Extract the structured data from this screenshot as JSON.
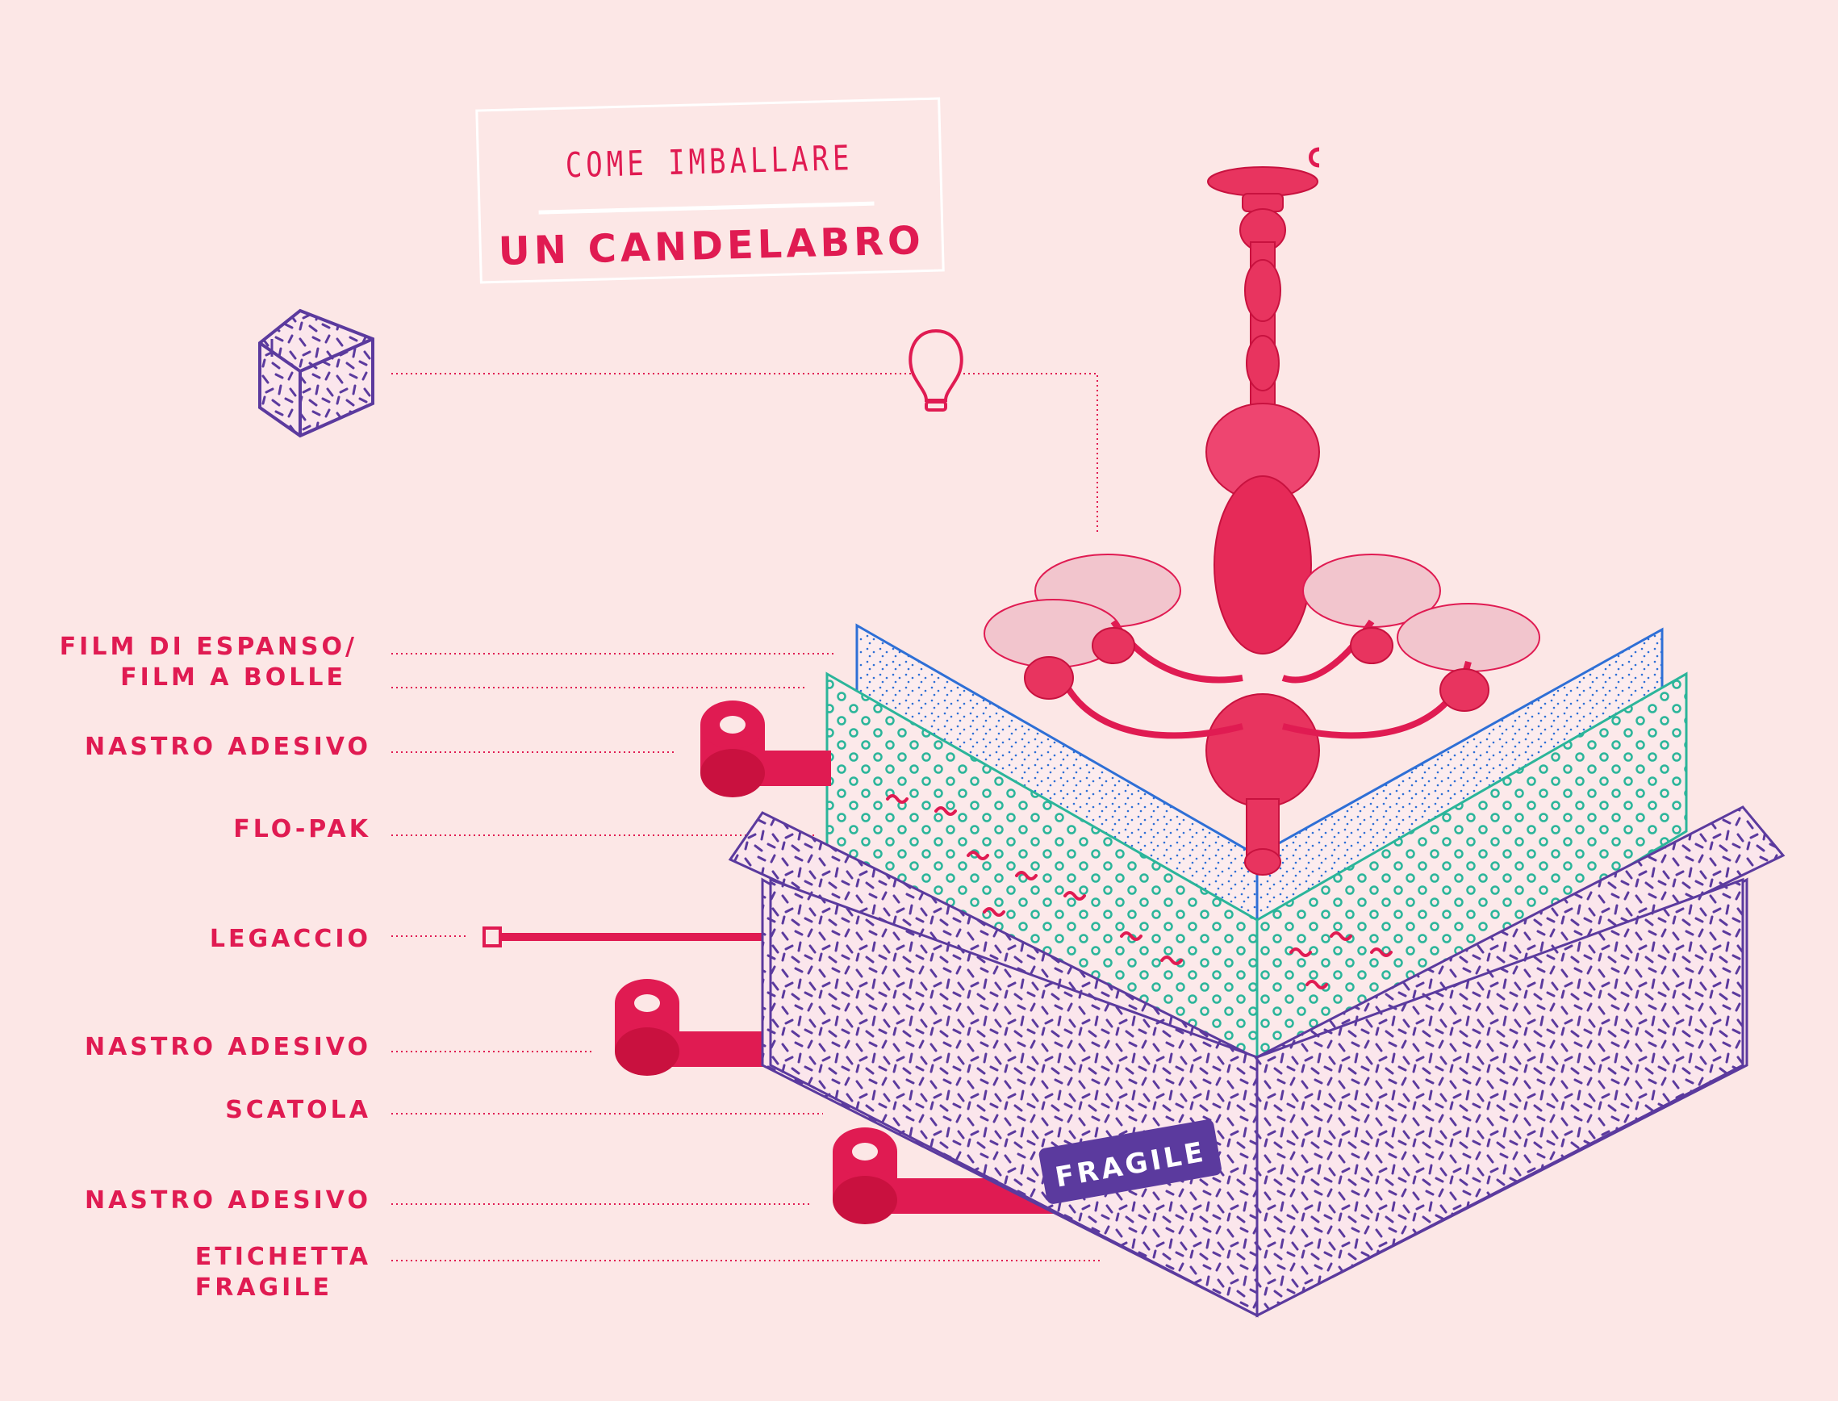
{
  "title": {
    "line1": "COME IMBALLARE",
    "line2": "UN CANDELABRO"
  },
  "labels": {
    "film_line1": "FILM DI ESPANSO/",
    "film_line2": "FILM A BOLLE",
    "nastro1": "NASTRO ADESIVO",
    "flopak": "FLO-PAK",
    "legaccio": "LEGACCIO",
    "nastro2": "NASTRO ADESIVO",
    "scatola": "SCATOLA",
    "nastro3": "NASTRO ADESIVO",
    "etichetta_line1": "ETICHETTA",
    "etichetta_line2": "FRAGILE"
  },
  "box_label": "FRAGILE",
  "icons": [
    "box-icon",
    "lightbulb-icon",
    "chandelier-illustration",
    "tape-roll-icon",
    "cable-tie-icon"
  ],
  "colors": {
    "background": "#fce7e6",
    "accent_red": "#e01b52",
    "purple": "#5b3a9e",
    "teal": "#2bb59a",
    "blue": "#2e6fd6"
  }
}
